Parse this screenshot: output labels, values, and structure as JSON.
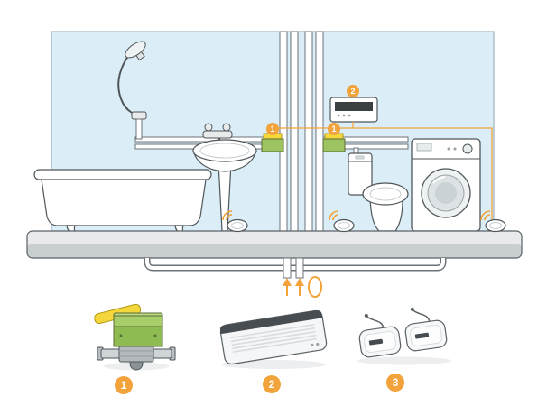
{
  "markers": {
    "scene_valve_left": "1",
    "scene_valve_right": "1",
    "scene_controller": "2",
    "product_valve": "1",
    "product_controller": "2",
    "product_sensors": "3"
  },
  "icons": {
    "wifi": "wifi-signal-icon",
    "arrow_up": "flow-arrow-up-icon",
    "water_drop": "water-drop-icon"
  },
  "colors": {
    "accent_orange": "#F2A33B",
    "wall_blue": "#DBEEF7",
    "floor_gray": "#DCE0E2",
    "valve_green": "#9CC35F",
    "handle_yellow": "#F3D73B",
    "outline": "#4F565A"
  }
}
